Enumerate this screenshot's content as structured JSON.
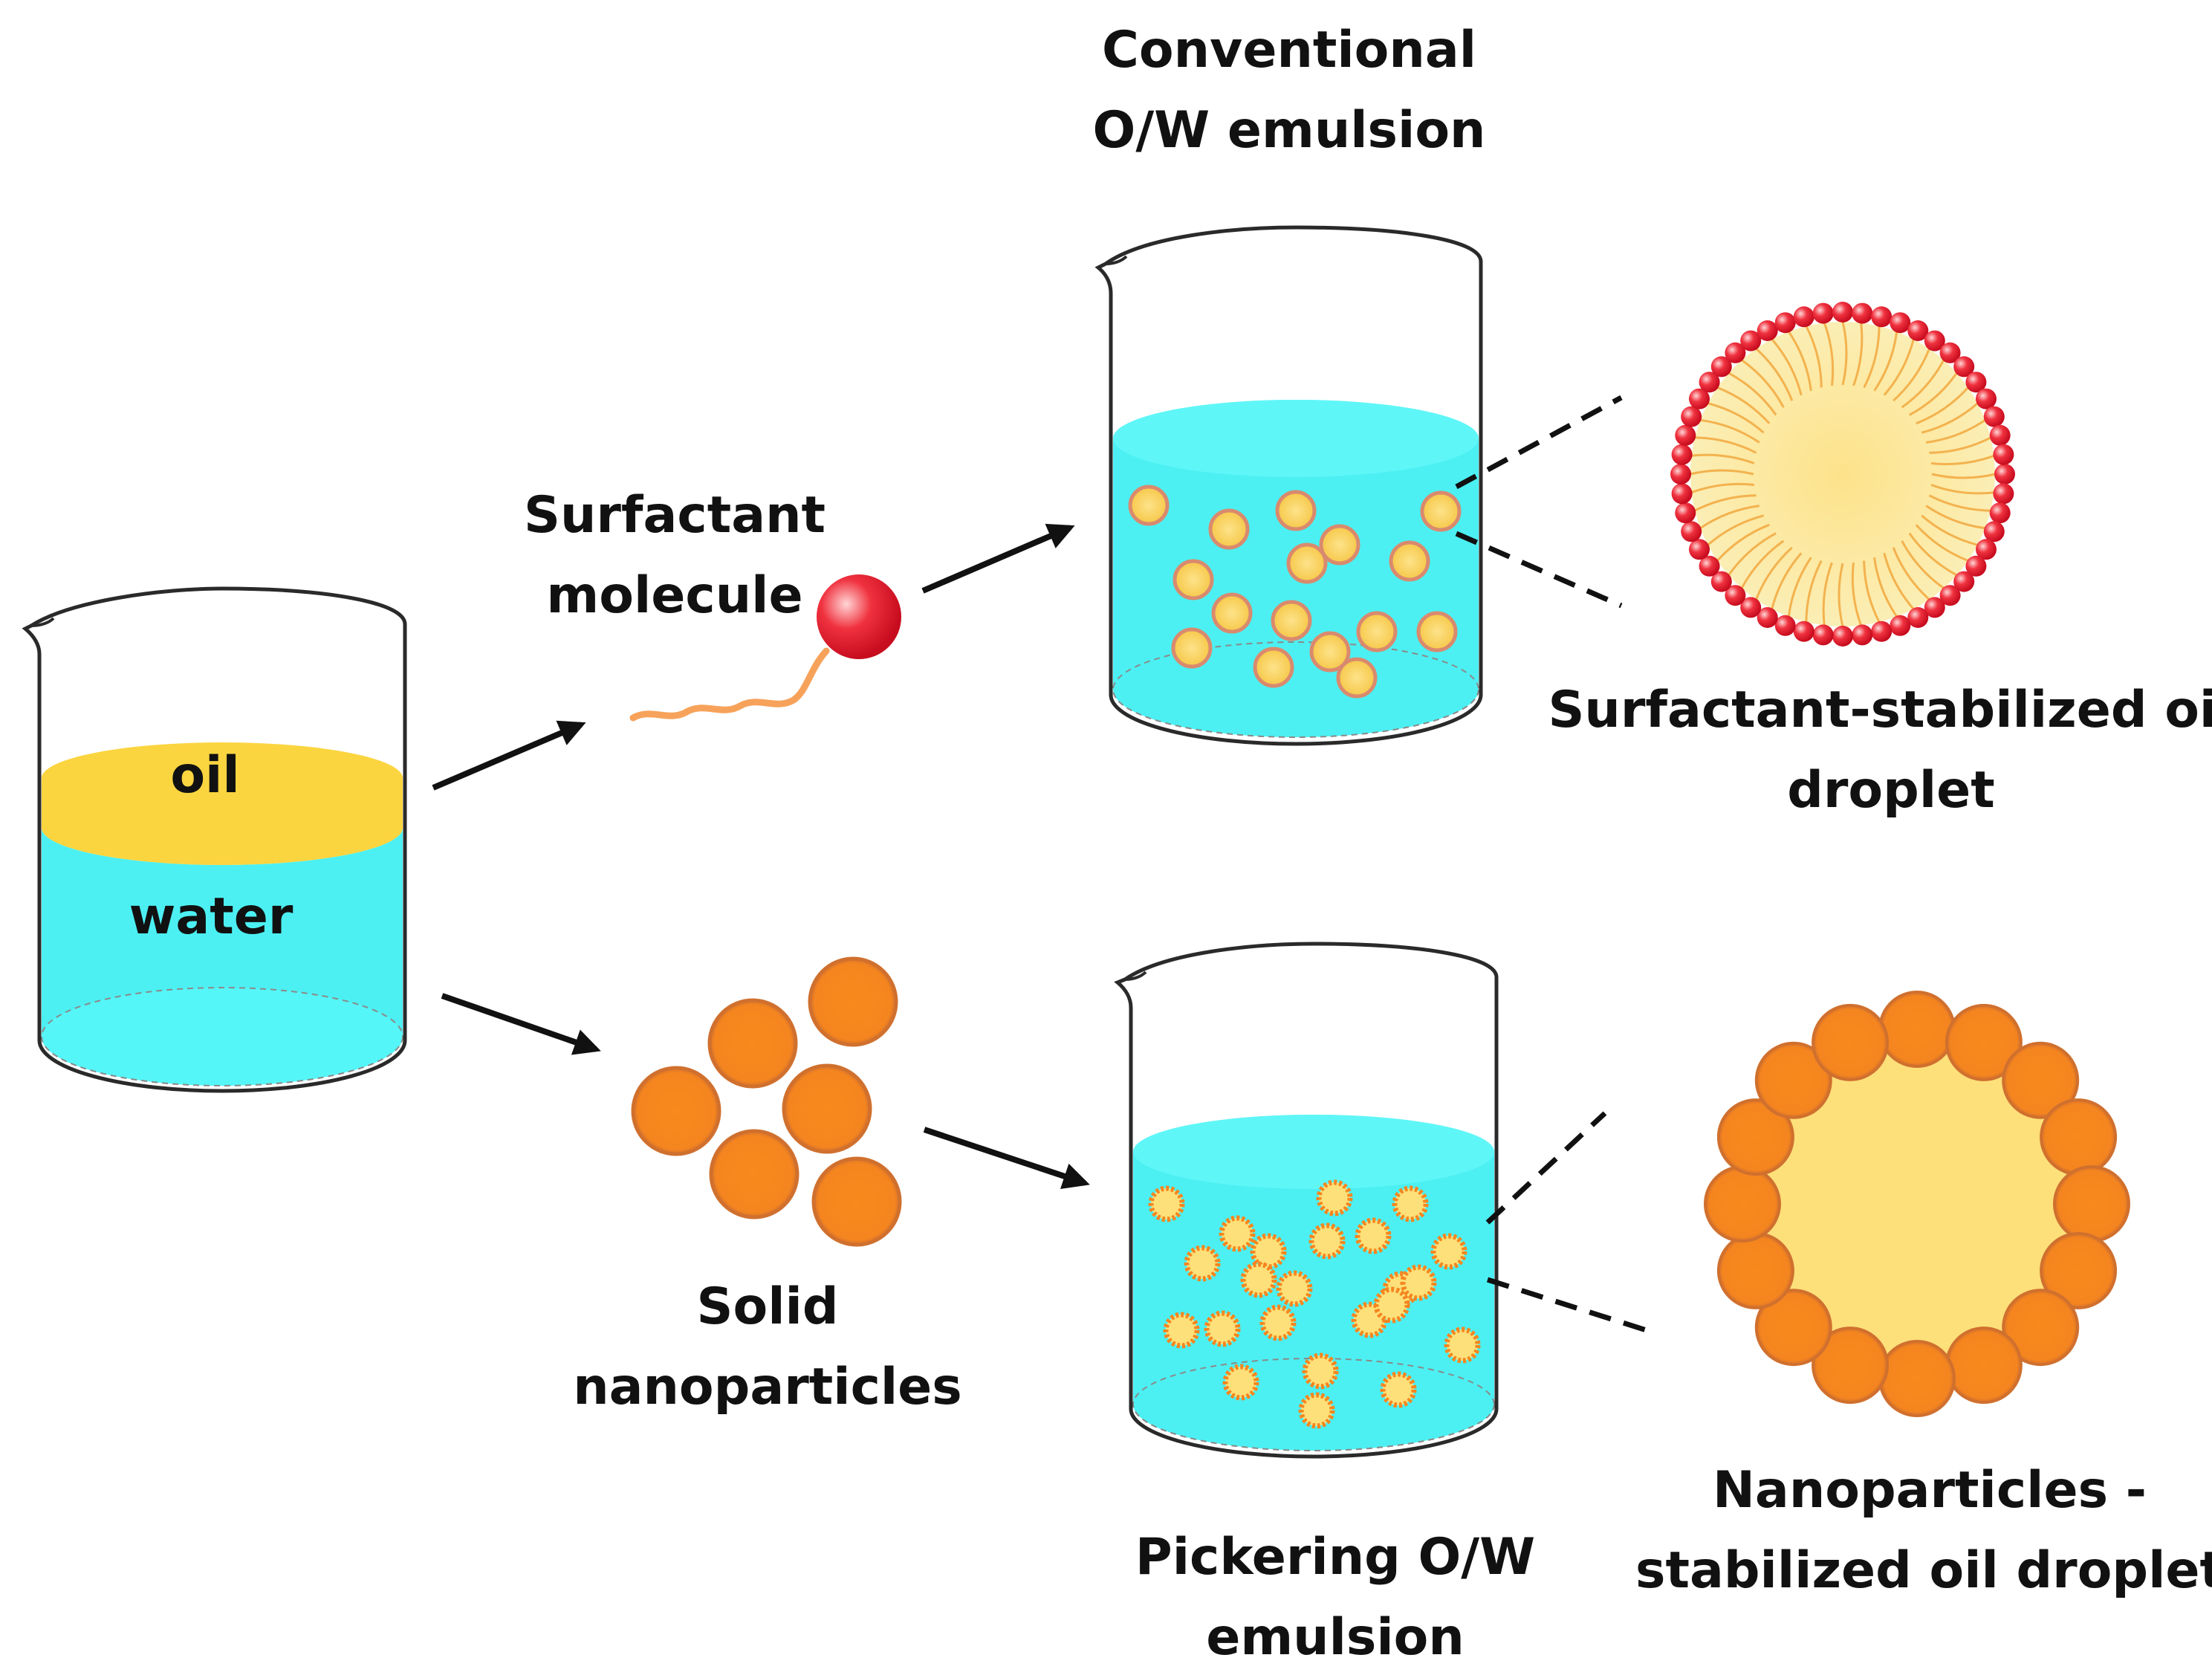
{
  "beaker_labels": {
    "oil": "oil",
    "water": "water"
  },
  "titles": {
    "conventional": [
      "Conventional",
      "O/W emulsion"
    ],
    "surfactant_molecule": [
      "Surfactant",
      "molecule"
    ],
    "surfactant_droplet": [
      "Surfactant-stabilized oil",
      "droplet"
    ],
    "solid_nanoparticles": [
      "Solid",
      "nanoparticles"
    ],
    "pickering": [
      "Pickering O/W",
      "emulsion"
    ],
    "nanoparticle_droplet": [
      "Nanoparticles -",
      "stabilized oil droplet"
    ]
  },
  "colors": {
    "water": "#4cf0f2",
    "oil": "#fbd540",
    "droplet_core": "#fde07a",
    "surfactant_head": "#e8122e",
    "nanoparticle": "#f5861f",
    "arrow": "#111111"
  }
}
